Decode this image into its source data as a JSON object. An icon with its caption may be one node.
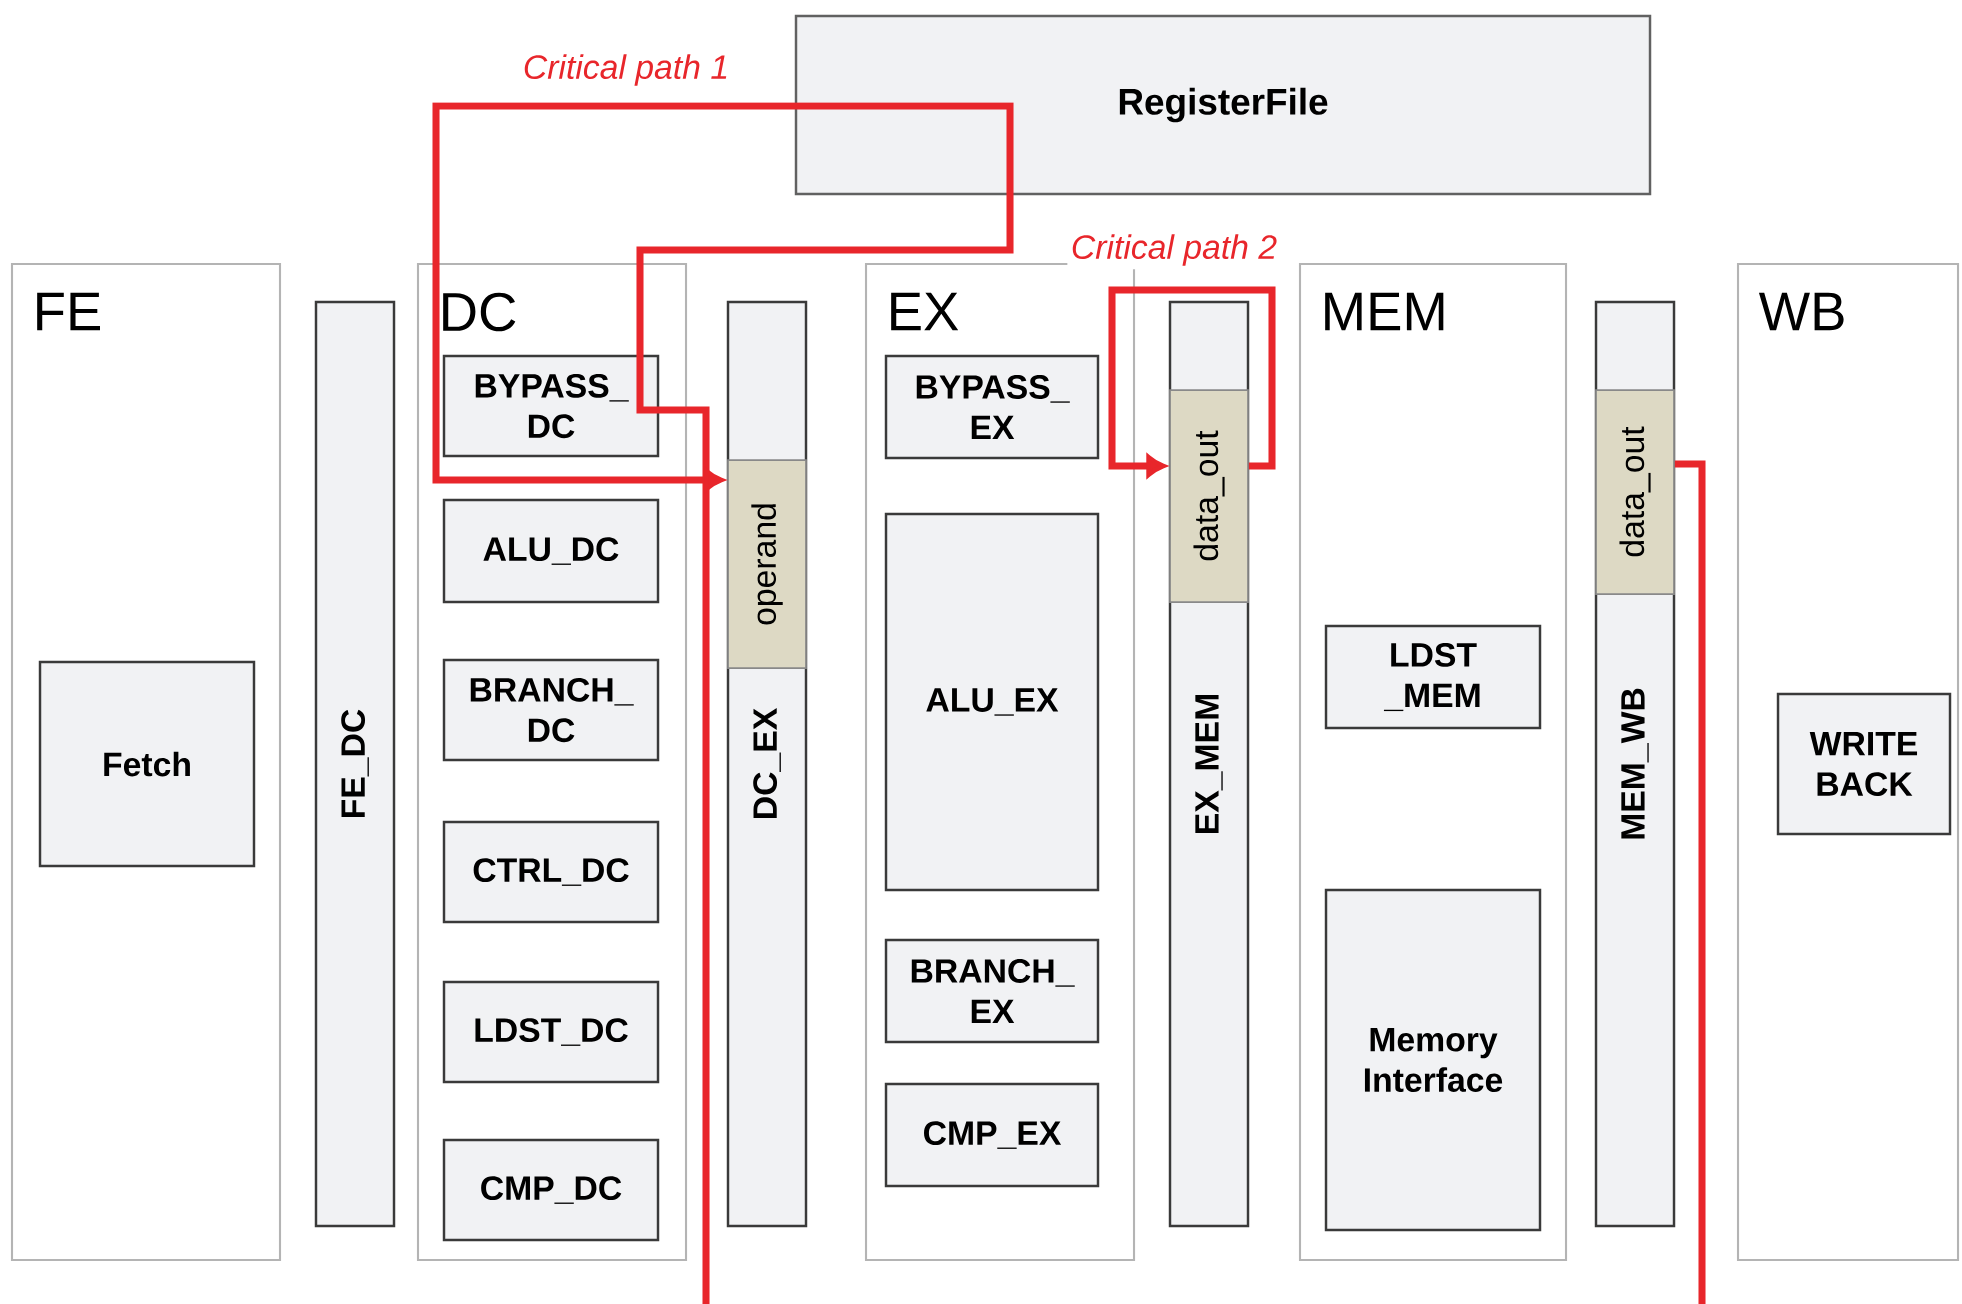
{
  "diagram": {
    "nodes": [
      {
        "text": [
          "RegisterFile"
        ]
      },
      {
        "text": [
          "FE"
        ]
      },
      {
        "text": [
          "Fetch"
        ],
        "in": 1
      },
      {
        "text": [
          "FE_DC"
        ]
      },
      {
        "text": [
          "DC"
        ]
      },
      {
        "text": [
          "BYPASS_ DC"
        ],
        "in": 4
      },
      {
        "text": [
          "ALU_DC"
        ],
        "in": 4
      },
      {
        "text": [
          "BRANCH_ DC"
        ],
        "in": 4
      },
      {
        "text": [
          "CTRL_DC"
        ],
        "in": 4
      },
      {
        "text": [
          "LDST_DC"
        ],
        "in": 4
      },
      {
        "text": [
          "CMP_DC"
        ],
        "in": 4
      },
      {
        "text": [
          "DC_EX"
        ]
      },
      {
        "text": [
          "operand"
        ],
        "in": 11
      },
      {
        "text": [
          "EX"
        ]
      },
      {
        "text": [
          "BYPASS_ EX"
        ],
        "in": 13
      },
      {
        "text": [
          "ALU_EX"
        ],
        "in": 13
      },
      {
        "text": [
          "BRANCH_ EX"
        ],
        "in": 13
      },
      {
        "text": [
          "CMP_EX"
        ],
        "in": 13
      },
      {
        "text": [
          "EX_MEM"
        ]
      },
      {
        "text": [
          "data_out"
        ],
        "in": 18
      },
      {
        "text": [
          "MEM"
        ]
      },
      {
        "text": [
          "LDST _MEM"
        ],
        "in": 20
      },
      {
        "text": [
          "Memory Interface"
        ],
        "in": 20
      },
      {
        "text": [
          "MEM_WB"
        ]
      },
      {
        "text": [
          "data_out"
        ],
        "in": 23
      },
      {
        "text": [
          "WB"
        ]
      },
      {
        "text": [
          "WRITE BACK"
        ],
        "in": 25
      }
    ],
    "edges": [
      {
        "from": null,
        "to": 12,
        "arrow": "to",
        "label": "Critical path 1"
      },
      {
        "from": 19,
        "to": 19,
        "arrow": "to",
        "label": "Critical path 2"
      },
      {
        "from": 24,
        "to": null,
        "arrow": "none"
      }
    ]
  }
}
